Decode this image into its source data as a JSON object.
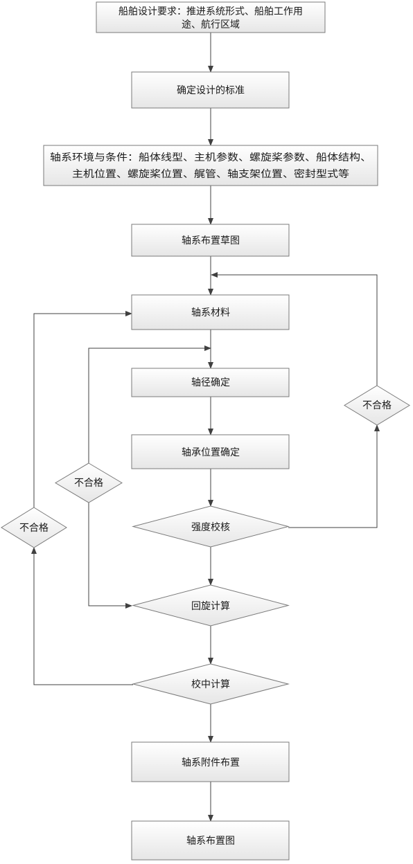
{
  "nodes": {
    "requirements": {
      "lines": [
        "船舶设计要求：推进系统形式、船舶工作用",
        "途、航行区域"
      ]
    },
    "standard": {
      "lines": [
        "确定设计的标准"
      ]
    },
    "conditions": {
      "lines": [
        "轴系环境与条件：船体线型、主机参数、螺旋桨参数、船体结构、",
        "主机位置、螺旋桨位置、艉管、轴支架位置、密封型式等"
      ]
    },
    "sketch": {
      "lines": [
        "轴系布置草图"
      ]
    },
    "material": {
      "lines": [
        "轴系材料"
      ]
    },
    "diameter": {
      "lines": [
        "轴径确定"
      ]
    },
    "bearing": {
      "lines": [
        "轴承位置确定"
      ]
    },
    "strength": {
      "lines": [
        "强度校核"
      ]
    },
    "whirling": {
      "lines": [
        "回旋计算"
      ]
    },
    "alignment": {
      "lines": [
        "校中计算"
      ]
    },
    "fittings": {
      "lines": [
        "轴系附件布置"
      ]
    },
    "layout": {
      "lines": [
        "轴系布置图"
      ]
    },
    "fail_right": {
      "lines": [
        "不合格"
      ]
    },
    "fail_middle": {
      "lines": [
        "不合格"
      ]
    },
    "fail_left": {
      "lines": [
        "不合格"
      ]
    }
  },
  "edges": [
    {
      "from": "requirements",
      "to": "standard"
    },
    {
      "from": "standard",
      "to": "conditions"
    },
    {
      "from": "conditions",
      "to": "sketch"
    },
    {
      "from": "sketch",
      "to": "material"
    },
    {
      "from": "material",
      "to": "diameter"
    },
    {
      "from": "diameter",
      "to": "bearing"
    },
    {
      "from": "bearing",
      "to": "strength"
    },
    {
      "from": "strength",
      "to": "whirling"
    },
    {
      "from": "whirling",
      "to": "alignment"
    },
    {
      "from": "alignment",
      "to": "fittings"
    },
    {
      "from": "fittings",
      "to": "layout"
    },
    {
      "from": "strength",
      "to": "fail_right"
    },
    {
      "from": "fail_right",
      "to": "material"
    },
    {
      "from": "fail_middle",
      "to": "whirling"
    },
    {
      "from": "fail_middle",
      "to": "diameter"
    },
    {
      "from": "alignment",
      "to": "fail_left"
    },
    {
      "from": "fail_left",
      "to": "material"
    }
  ]
}
